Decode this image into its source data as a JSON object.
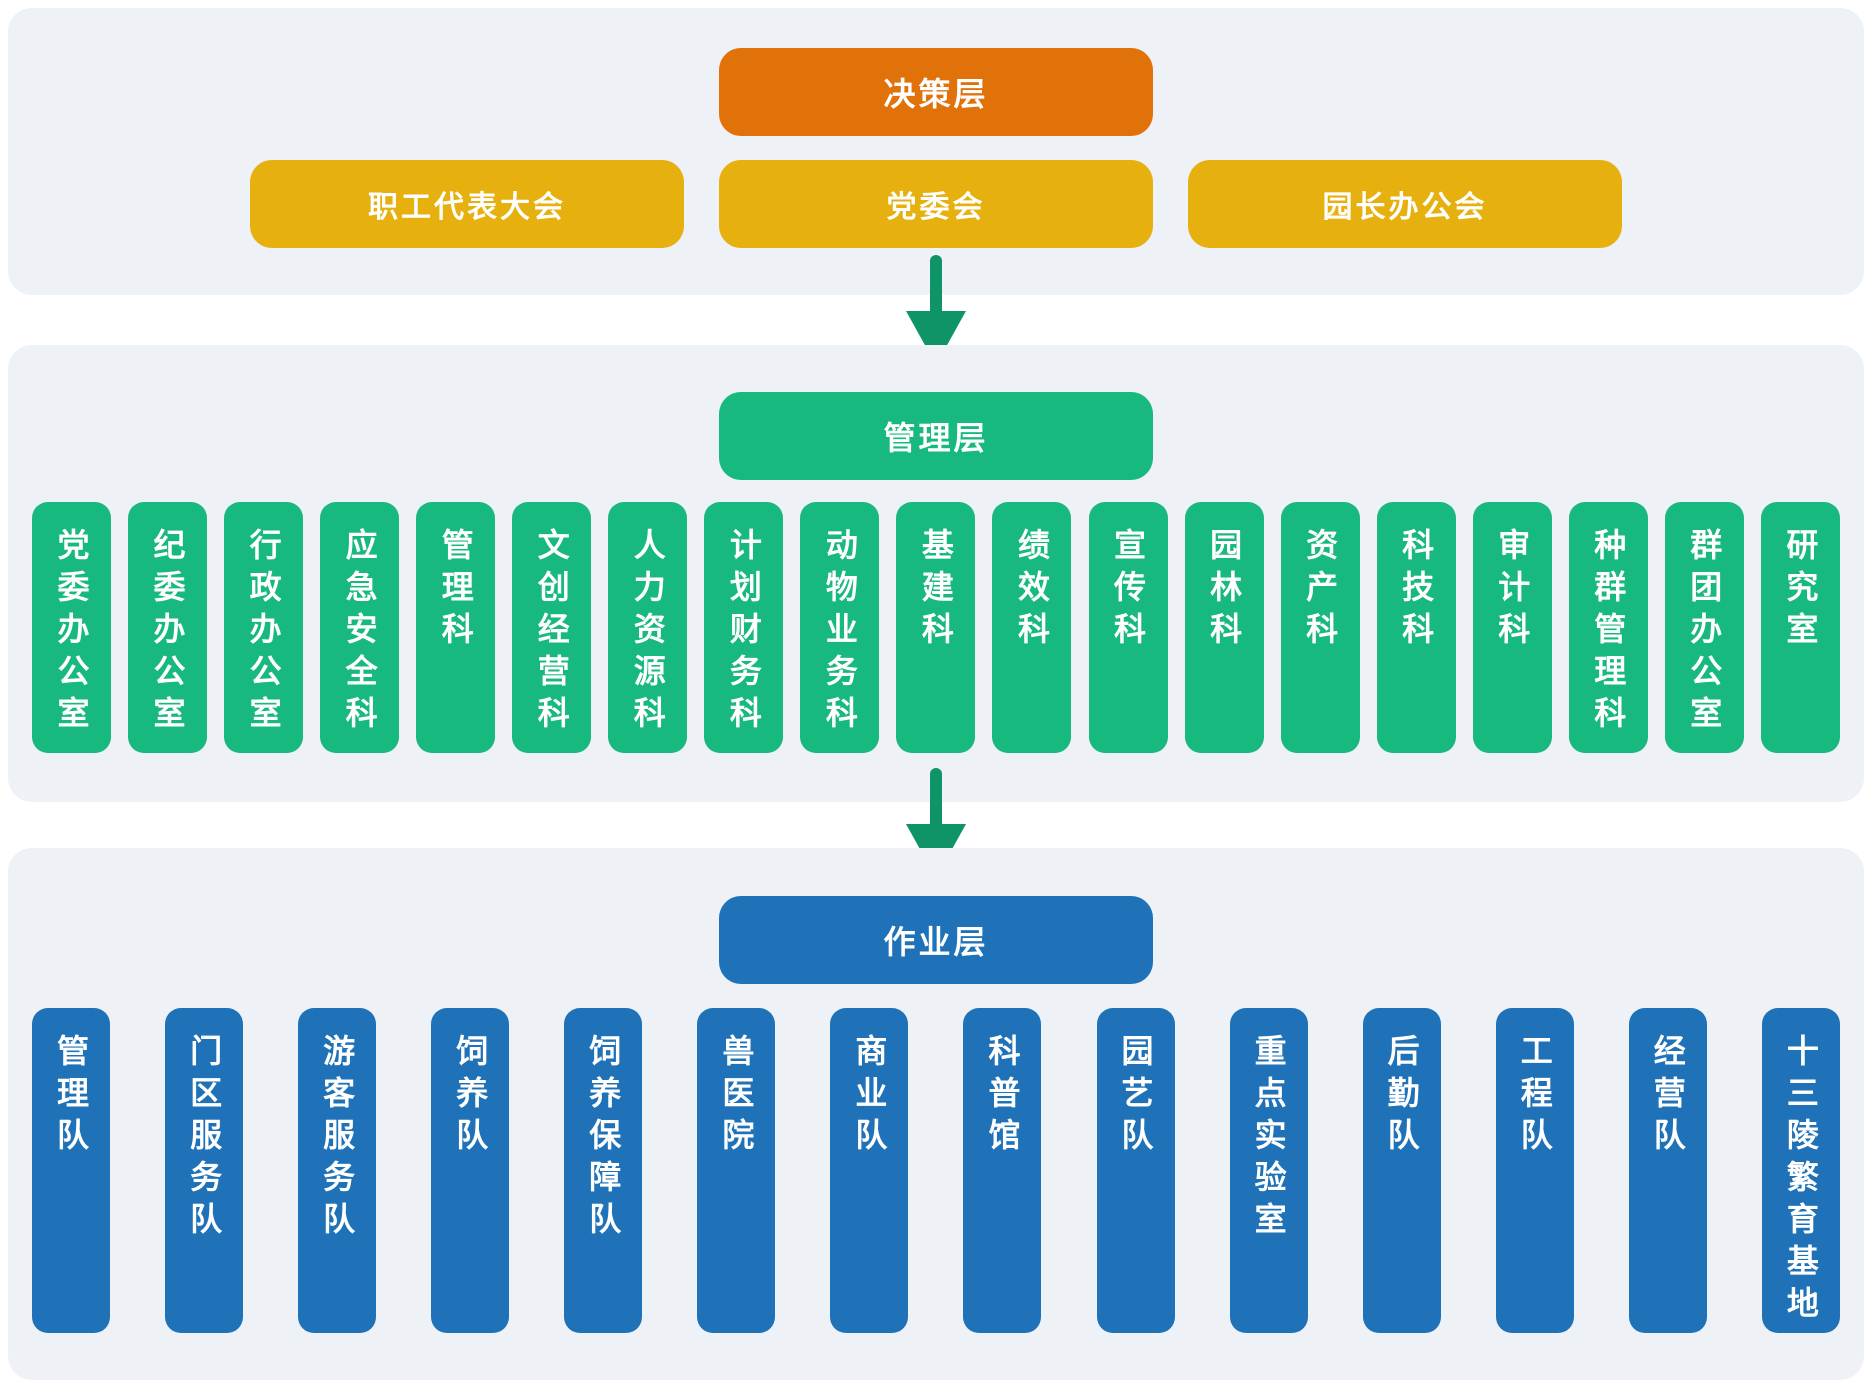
{
  "colors": {
    "section_bg": "#EEF1F6",
    "orange": "#E17109",
    "yellow": "#E6B00E",
    "green": "#18B97E",
    "blue": "#1F72B7",
    "arrow_green": "#0E9466",
    "text_white": "#FFFFFF"
  },
  "layers": {
    "decision": {
      "title": "决策层",
      "items": [
        "职工代表大会",
        "党委会",
        "园长办公会"
      ]
    },
    "management": {
      "title": "管理层",
      "items": [
        "党委办公室",
        "纪委办公室",
        "行政办公室",
        "应急安全科",
        "管理科",
        "文创经营科",
        "人力资源科",
        "计划财务科",
        "动物业务科",
        "基建科",
        "绩效科",
        "宣传科",
        "园林科",
        "资产科",
        "科技科",
        "审计科",
        "种群管理科",
        "群团办公室",
        "研究室"
      ]
    },
    "operation": {
      "title": "作业层",
      "items": [
        "管理队",
        "门区服务队",
        "游客服务队",
        "饲养队",
        "饲养保障队",
        "兽医院",
        "商业队",
        "科普馆",
        "园艺队",
        "重点实验室",
        "后勤队",
        "工程队",
        "经营队",
        "十三陵繁育基地"
      ]
    }
  }
}
